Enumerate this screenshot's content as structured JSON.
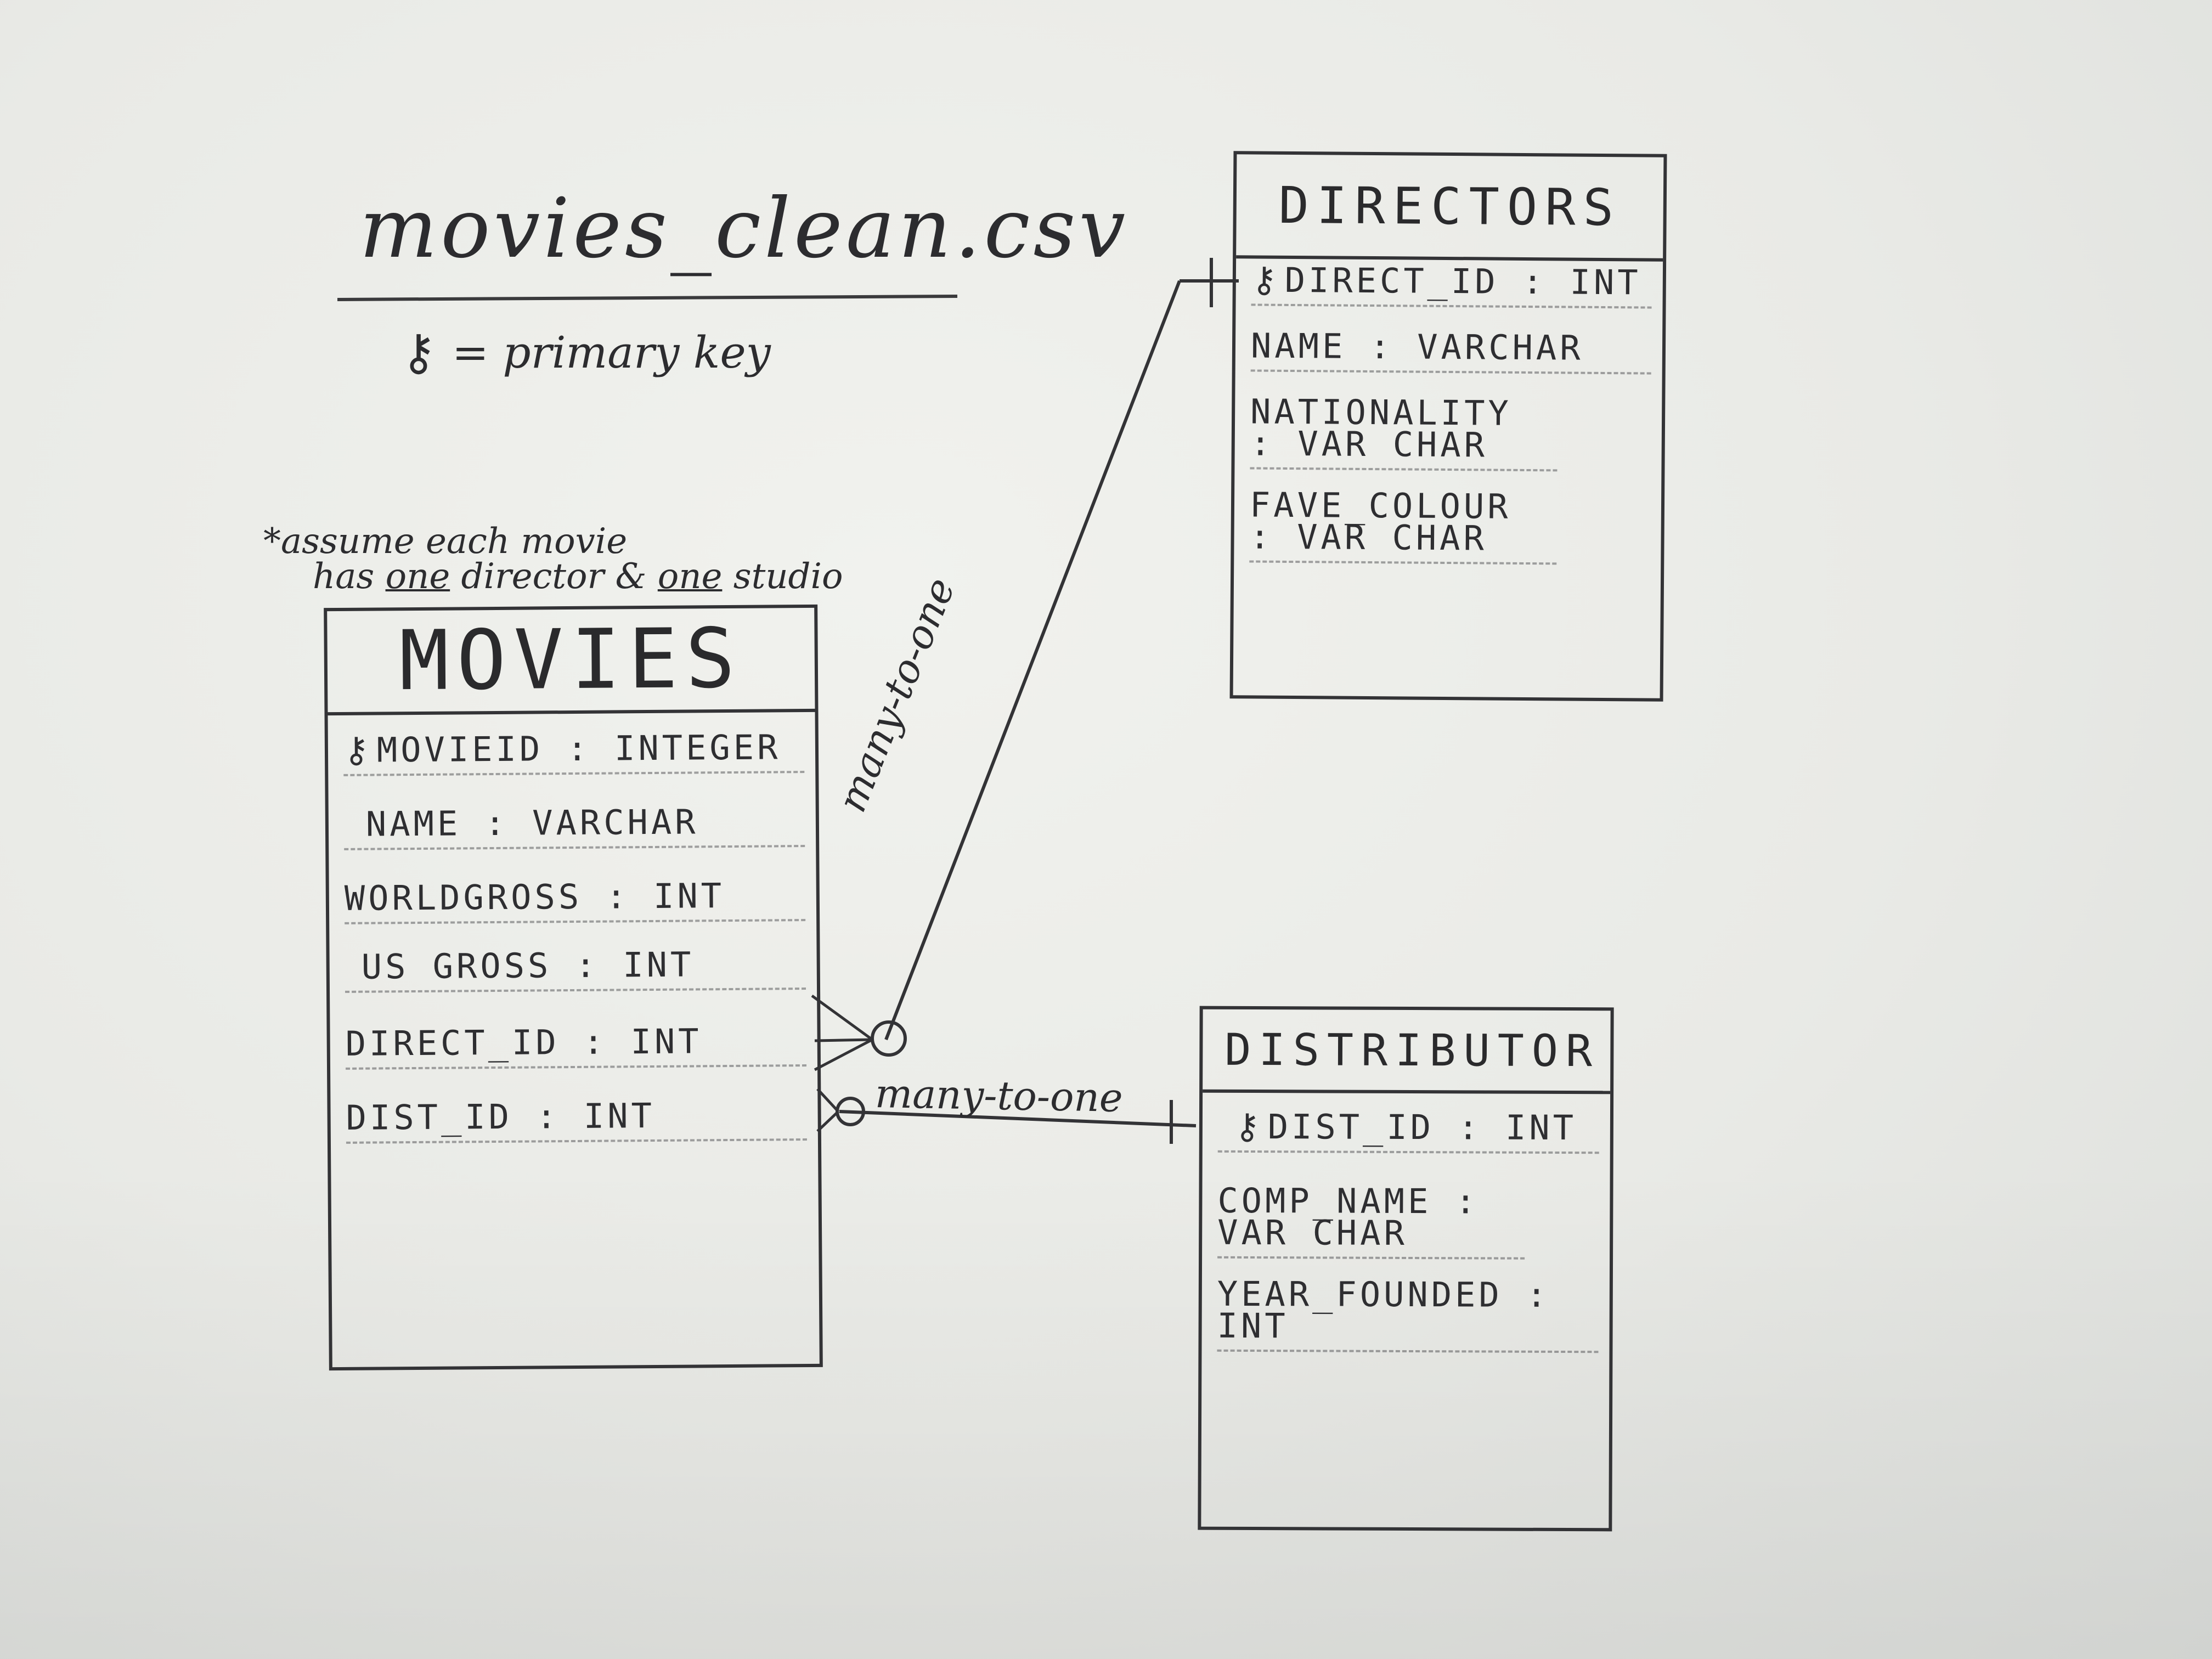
{
  "title": "movies_clean.csv",
  "legend": {
    "icon": "key-icon",
    "text": "= primary key"
  },
  "note": {
    "line1": "*assume each movie",
    "line2_a": "has ",
    "line2_b": "one",
    "line2_c": " director & ",
    "line2_d": "one",
    "line2_e": " studio"
  },
  "entities": {
    "movies": {
      "name": "MOVIES",
      "attributes": [
        {
          "text": "MOVIEID : INTEGER",
          "primary_key": true
        },
        {
          "text": "NAME : VARCHAR"
        },
        {
          "text": "WORLDGROSS : INT"
        },
        {
          "text": "US GROSS : INT"
        },
        {
          "text": "DIRECT_ID : INT"
        },
        {
          "text": "DIST_ID : INT"
        }
      ]
    },
    "directors": {
      "name": "DIRECTORS",
      "attributes": [
        {
          "text": "DIRECT_ID : INT",
          "primary_key": true
        },
        {
          "text": "NAME : VARCHAR"
        },
        {
          "text": "NATIONALITY : VAR CHAR"
        },
        {
          "text": "FAVE_COLOUR : VAR CHAR"
        }
      ]
    },
    "distributor": {
      "name": "DISTRIBUTOR",
      "attributes": [
        {
          "text": "DIST_ID : INT",
          "primary_key": true
        },
        {
          "text": "COMP_NAME : VAR CHAR"
        },
        {
          "text": "YEAR_FOUNDED : INT"
        }
      ]
    }
  },
  "relationships": [
    {
      "from": "MOVIES.DIRECT_ID",
      "to": "DIRECTORS.DIRECT_ID",
      "label": "many-to-one"
    },
    {
      "from": "MOVIES.DIST_ID",
      "to": "DISTRIBUTOR.DIST_ID",
      "label": "many-to-one"
    }
  ],
  "colors": {
    "ink": "#2a2a2c",
    "paper": "#ecedea"
  }
}
